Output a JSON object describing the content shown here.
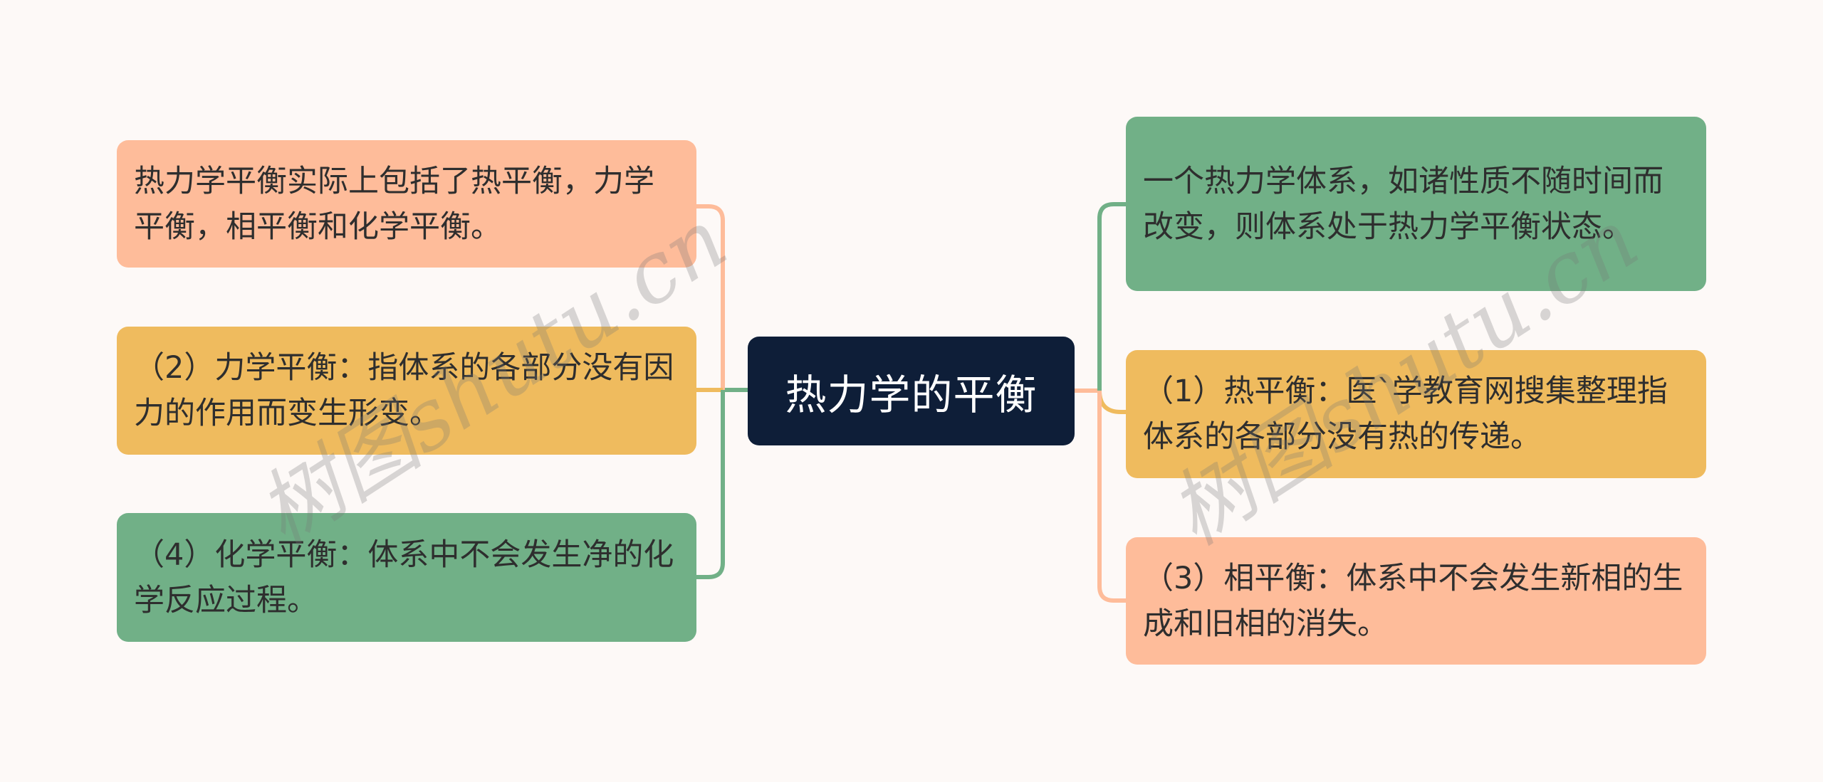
{
  "mindmap": {
    "root": {
      "label": "热力学的平衡"
    },
    "left_branches": [
      {
        "label": "热力学平衡实际上包括了热平衡，力学平衡，相平衡和化学平衡。",
        "color": "#FEBC9A"
      },
      {
        "label": "（2）力学平衡：指体系的各部分没有因力的作用而变生形变。",
        "color": "#EFBB5E"
      },
      {
        "label": "（4）化学平衡：体系中不会发生净的化学反应过程。",
        "color": "#71B087"
      }
    ],
    "right_branches": [
      {
        "label": "一个热力学体系，如诸性质不随时间而改变，则体系处于热力学平衡状态。",
        "color": "#71B087"
      },
      {
        "label": "（1）热平衡：医`学教育网搜集整理指体系的各部分没有热的传递。",
        "color": "#EFBB5E"
      },
      {
        "label": "（3）相平衡：体系中不会发生新相的生成和旧相的消失。",
        "color": "#FEBC9A"
      }
    ]
  },
  "watermarks": [
    {
      "text": "树图shutu.cn"
    },
    {
      "text": "树图shutu.cn"
    }
  ],
  "colors": {
    "background": "#FDF9F7",
    "root": "#0E1E38",
    "salmon": "#FEBC9A",
    "gold": "#EFBB5E",
    "green": "#71B087"
  }
}
